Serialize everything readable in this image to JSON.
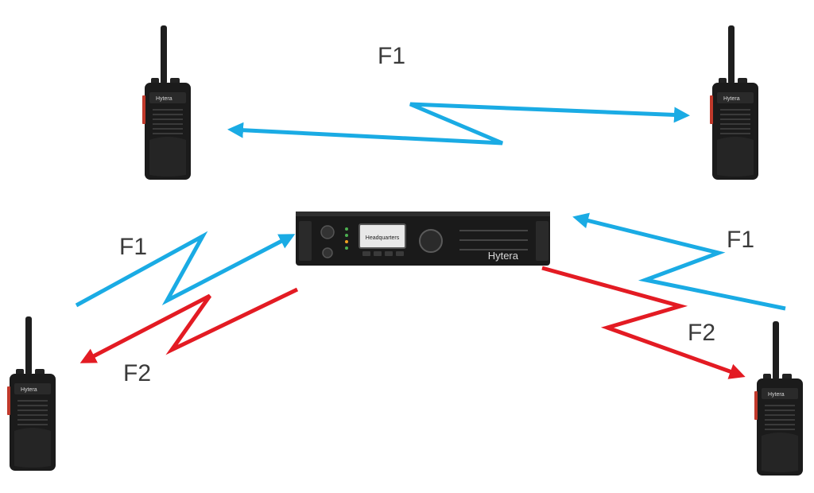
{
  "colors": {
    "uplink": "#1aabe4",
    "downlink": "#e31b23",
    "device_body": "#1b1b1b",
    "label": "#3a3a3a"
  },
  "labels": {
    "f1_top": "F1",
    "f1_left": "F1",
    "f2_left": "F2",
    "f1_right": "F1",
    "f2_right": "F2"
  },
  "repeater": {
    "brand": "Hytera",
    "screen_text": "Headquarters"
  },
  "radios": {
    "brand": "Hytera"
  }
}
